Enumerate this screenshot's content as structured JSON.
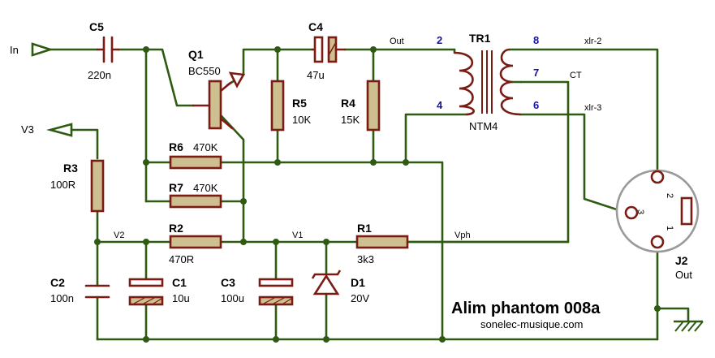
{
  "title": "Alim phantom 008a",
  "website": "sonelec-musique.com",
  "ports": {
    "input": "In",
    "supply": "V3"
  },
  "components": {
    "C5": {
      "ref": "C5",
      "value": "220n"
    },
    "Q1": {
      "ref": "Q1",
      "value": "BC550"
    },
    "C4": {
      "ref": "C4",
      "value": "47u"
    },
    "R5": {
      "ref": "R5",
      "value": "10K"
    },
    "R4": {
      "ref": "R4",
      "value": "15K"
    },
    "TR1": {
      "ref": "TR1",
      "value": "NTM4"
    },
    "R6": {
      "ref": "R6",
      "value": "470K"
    },
    "R7": {
      "ref": "R7",
      "value": "470K"
    },
    "R3": {
      "ref": "R3",
      "value": "100R"
    },
    "R2": {
      "ref": "R2",
      "value": "470R"
    },
    "R1": {
      "ref": "R1",
      "value": "3k3"
    },
    "C2": {
      "ref": "C2",
      "value": "100n"
    },
    "C1": {
      "ref": "C1",
      "value": "10u"
    },
    "C3": {
      "ref": "C3",
      "value": "100u"
    },
    "D1": {
      "ref": "D1",
      "value": "20V"
    },
    "J2": {
      "ref": "J2",
      "value": "Out"
    }
  },
  "nets": {
    "out": "Out",
    "xlr2": "xlr-2",
    "ct": "CT",
    "xlr3": "xlr-3",
    "v2": "V2",
    "v1": "V1",
    "vph": "Vph"
  },
  "transformer_pins": {
    "p2": "2",
    "p4": "4",
    "p8": "8",
    "p7": "7",
    "p6": "6"
  },
  "xlr_pins": {
    "p1": "1",
    "p2": "2",
    "p3": "3"
  }
}
